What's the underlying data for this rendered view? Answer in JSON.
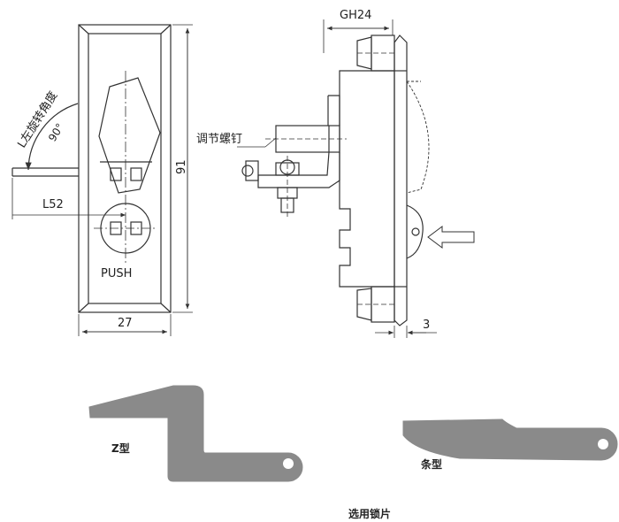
{
  "front_view": {
    "rotation_label": "L左旋转角度",
    "angle_label": "90°",
    "width_label": "27",
    "height_label": "91",
    "lever_label": "L52",
    "push_label": "PUSH"
  },
  "side_view": {
    "top_label": "GH24",
    "screw_label": "调节螺钉",
    "thickness_label": "3"
  },
  "cams": {
    "z_label": "Z型",
    "bar_label": "条型",
    "caption": "选用锁片"
  },
  "colors": {
    "line": "#333333",
    "cam_fill": "#8a8a8a"
  }
}
